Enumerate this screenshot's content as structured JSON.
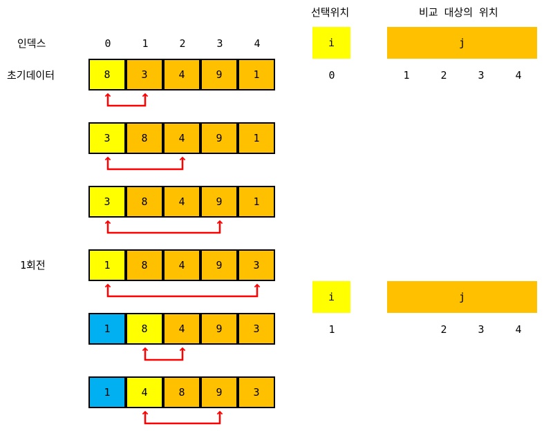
{
  "colors": {
    "selected": "#ffff00",
    "target": "#ffc000",
    "sorted": "#00b0f0",
    "arrow": "#ff0000"
  },
  "labels": {
    "index": "인덱스",
    "initial_data": "초기데이터",
    "round1": "1회전",
    "selected_position": "선택위치",
    "compare_positions": "비교 대상의 위치"
  },
  "index_values": [
    "0",
    "1",
    "2",
    "3",
    "4"
  ],
  "rows": [
    {
      "values": [
        "8",
        "3",
        "4",
        "9",
        "1"
      ],
      "states": [
        "selected",
        "target",
        "target",
        "target",
        "target"
      ],
      "swap": [
        0,
        1
      ]
    },
    {
      "values": [
        "3",
        "8",
        "4",
        "9",
        "1"
      ],
      "states": [
        "selected",
        "target",
        "target",
        "target",
        "target"
      ],
      "swap": [
        0,
        2
      ]
    },
    {
      "values": [
        "3",
        "8",
        "4",
        "9",
        "1"
      ],
      "states": [
        "selected",
        "target",
        "target",
        "target",
        "target"
      ],
      "swap": [
        0,
        3
      ]
    },
    {
      "values": [
        "1",
        "8",
        "4",
        "9",
        "3"
      ],
      "states": [
        "selected",
        "target",
        "target",
        "target",
        "target"
      ],
      "swap": [
        0,
        4
      ]
    },
    {
      "values": [
        "1",
        "8",
        "4",
        "9",
        "3"
      ],
      "states": [
        "sorted",
        "selected",
        "target",
        "target",
        "target"
      ],
      "swap": [
        1,
        2
      ]
    },
    {
      "values": [
        "1",
        "4",
        "8",
        "9",
        "3"
      ],
      "states": [
        "sorted",
        "selected",
        "target",
        "target",
        "target"
      ],
      "swap": [
        1,
        3
      ]
    }
  ],
  "legend": [
    {
      "i_label": "i",
      "j_label": "j",
      "i_value": "0",
      "j_values": [
        "1",
        "2",
        "3",
        "4"
      ]
    },
    {
      "i_label": "i",
      "j_label": "j",
      "i_value": "1",
      "j_values": [
        "2",
        "3",
        "4"
      ]
    }
  ]
}
